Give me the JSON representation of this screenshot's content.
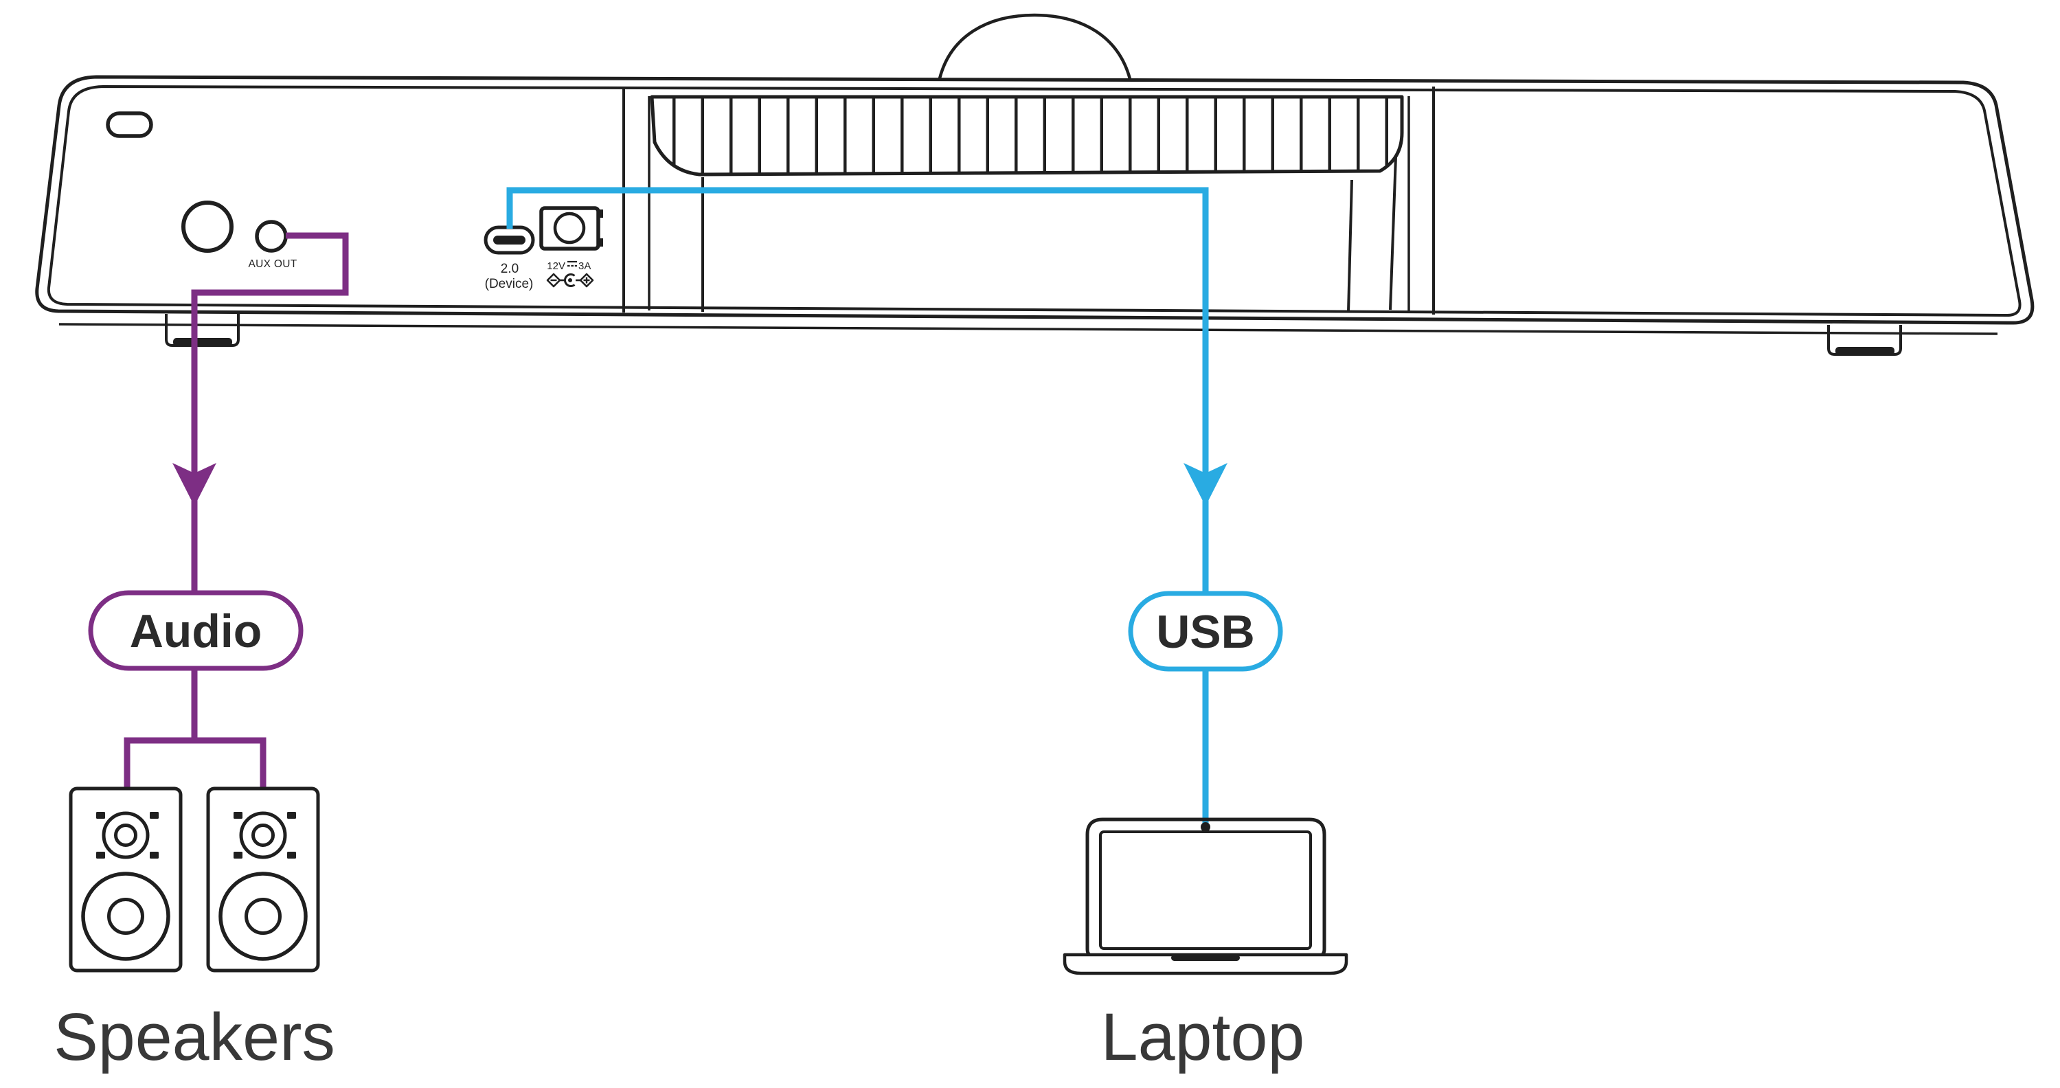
{
  "device": {
    "aux_port_label": "AUX OUT",
    "usbc_port_label_line1": "2.0",
    "usbc_port_label_line2": "(Device)",
    "power_voltage": "12V",
    "power_current": "3A"
  },
  "connections": {
    "audio": {
      "label": "Audio",
      "color": "#7D2E84"
    },
    "usb": {
      "label": "USB",
      "color": "#29ABE2"
    }
  },
  "endpoints": {
    "speakers": {
      "label": "Speakers"
    },
    "laptop": {
      "label": "Laptop"
    }
  },
  "icons": {
    "dc_current_symbol": "solid line over dashed line",
    "polarity_symbol": "minus-diamond, center-pin circle, plus-diamond (center positive)"
  },
  "colors": {
    "line": "#1F1F1F",
    "label_text": "#232323",
    "pill_text": "#2B2B2B",
    "caption_text": "#383838",
    "background": "#FFFFFF"
  }
}
